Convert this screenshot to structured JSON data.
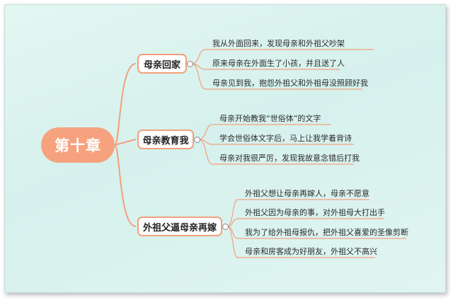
{
  "root": {
    "label": "第十章"
  },
  "branches": [
    {
      "label": "母亲回家",
      "leaves": [
        "我从外面回来，发现母亲和外祖父吵架",
        "原来母亲在外面生了小孩，并且送了人",
        "母亲见到我，抱怨外祖父和外祖母没照顾好我"
      ]
    },
    {
      "label": "母亲教育我",
      "leaves": [
        "母亲开始教我“世俗体”的文字",
        "学会世俗体文字后，马上让我学着背诗",
        "母亲对我很严厉，发现我故意念错后打我"
      ]
    },
    {
      "label": "外祖父逼母亲再嫁",
      "leaves": [
        "外祖父想让母亲再嫁人，母亲不愿意",
        "外祖父因为母亲的事，对外祖母大打出手",
        "我为了给外祖母报仇，把外祖父喜爱的圣像剪断",
        "母亲和房客成为好朋友，外祖父不高兴"
      ]
    }
  ],
  "colors": {
    "accent": "#f6a27e",
    "branch_border": "#f1a07c",
    "link": "#f1a07c",
    "background": "#d9f2ee"
  }
}
